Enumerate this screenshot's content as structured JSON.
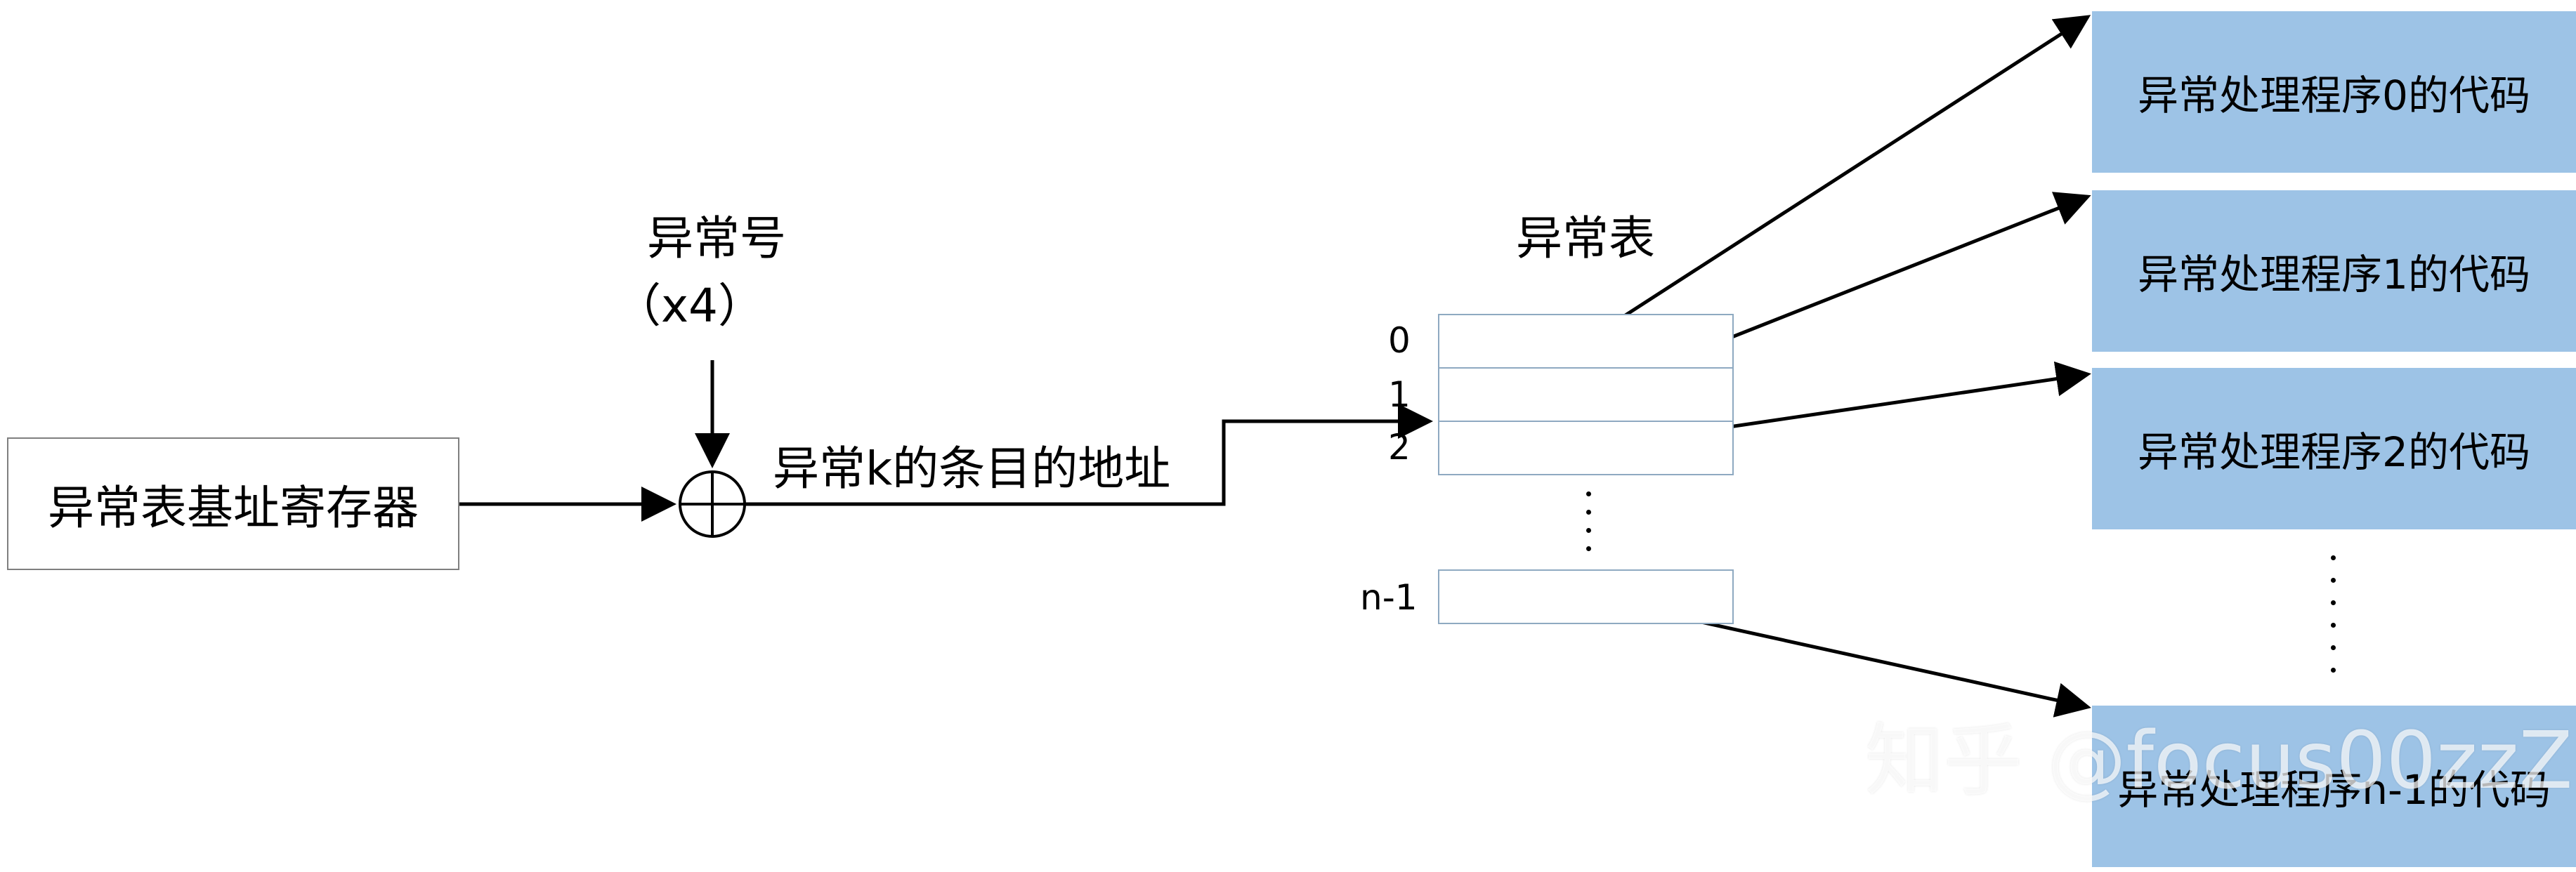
{
  "register": {
    "label": "异常表基址寄存器"
  },
  "exception_number": {
    "title": "异常号",
    "value": "（x4）"
  },
  "entry_address_label": "异常k的条目的地址",
  "exception_table": {
    "title": "异常表",
    "indices": [
      "0",
      "1",
      "2",
      "n-1"
    ]
  },
  "handlers": [
    "异常处理程序0的代码",
    "异常处理程序1的代码",
    "异常处理程序2的代码",
    "异常处理程序n-1的代码"
  ],
  "watermark": "知乎 @focus00zzZ"
}
